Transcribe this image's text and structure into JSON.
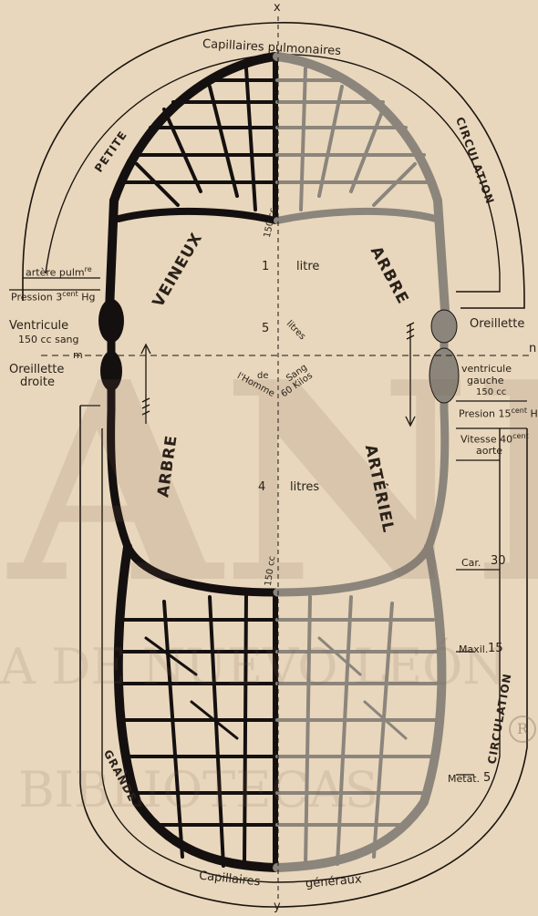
{
  "colors": {
    "paper": "#e8d7bc",
    "ink": "#1a1410",
    "venous": "#151010",
    "arterial": "#8b857c",
    "watermark": "#b9a58c"
  },
  "axis": {
    "top": "x",
    "bottom": "y",
    "right_end": "n",
    "left_mark": "m"
  },
  "labels": {
    "capillaires_pulmonaires": "Capillaires pulmonaires",
    "petite": "PETITE",
    "circulation_top": "CIRCULATION",
    "artere_pulm": "artère pulm",
    "artere_pulm_sup": "re",
    "pression_left": "Pression 3",
    "pression_left_sup": "cent",
    "pression_left_end": " Hg",
    "ventricule": "Ventricule",
    "ventricule_sang": "150 cc sang",
    "oreillette_droite_1": "Oreillette",
    "oreillette_droite_2": "droite",
    "veineux": "VEINEUX",
    "arbre_left": "ARBRE",
    "arbre_right": "ARBRE",
    "arteriel": "ARTÉRIEL",
    "cc_top": "150 cc",
    "cc_bottom": "150 cc",
    "q1_num": "1",
    "q1_unit": "litre",
    "q5_num": "5",
    "q5_unit": "litres",
    "de": "de",
    "homme": "l'Homme",
    "sang": "Sang",
    "kilos": "60 Kilos",
    "q4_num": "4",
    "q4_unit": "litres",
    "oreillette_gauche": "Oreillette",
    "ventricule_gauche_1": "ventricule",
    "ventricule_gauche_2": "gauche",
    "ventricule_gauche_3": "150 cc",
    "pression_right": "Presion 15",
    "pression_right_sup": "cent",
    "pression_right_end": " Hg",
    "vitesse": "Vitesse 40",
    "vitesse_sup": "cent",
    "aorte": "aorte",
    "car": "Car.",
    "car_val": "30",
    "maxil": "Maxil.",
    "maxil_val": "15",
    "metat": "Metat.",
    "metat_val": "5",
    "circulation_bottom": "CIRCULATION",
    "grande": "GRANDE",
    "capillaires_generaux_1": "Capillaires",
    "capillaires_generaux_2": "généraux"
  },
  "watermark": {
    "big": "ANL",
    "line1": "A DE NUEVO LEÓN",
    "line2": "BIBLIOTECAS",
    "badge": "R"
  }
}
